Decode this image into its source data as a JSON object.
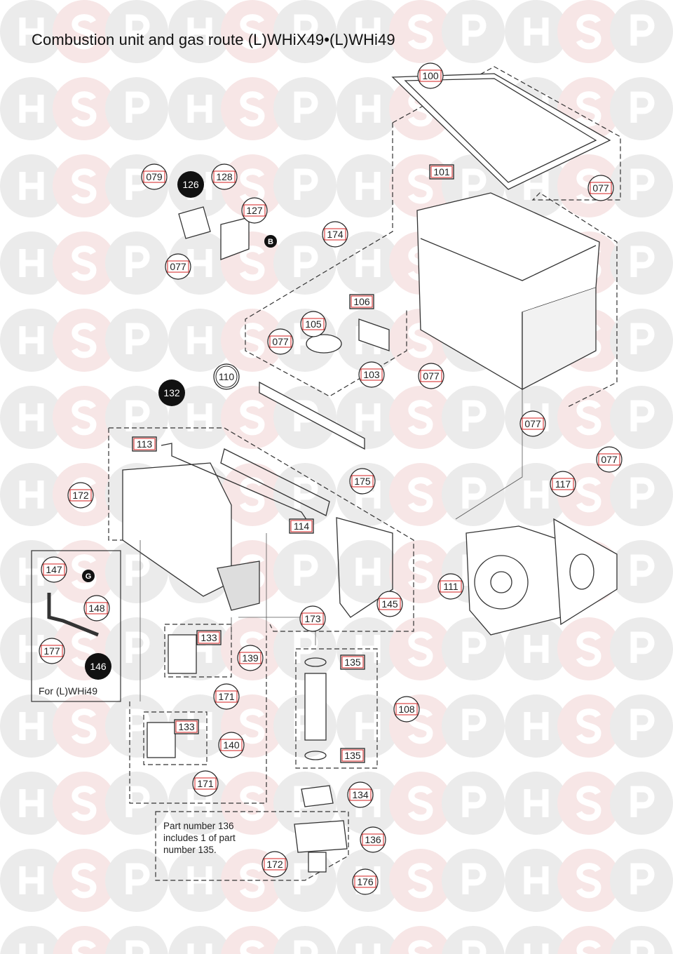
{
  "title": "Combustion unit and gas route (L)WHiX49•(L)WHi49",
  "watermark": {
    "letters": [
      "H",
      "S",
      "P"
    ],
    "colors": {
      "gray": "#ebebeb",
      "pink": "#f7e6e6"
    }
  },
  "colors": {
    "label_box": "#d42020",
    "line": "#333333",
    "black_label": "#111111"
  },
  "labels": [
    "100",
    "101",
    "079",
    "126",
    "128",
    "127",
    "B",
    "077",
    "077",
    "174",
    "106",
    "105",
    "077",
    "103",
    "077",
    "110",
    "132",
    "113",
    "077",
    "175",
    "077",
    "117",
    "172",
    "114",
    "147",
    "G",
    "111",
    "148",
    "145",
    "173",
    "133",
    "177",
    "146",
    "139",
    "135",
    "171",
    "108",
    "133",
    "140",
    "135",
    "171",
    "134",
    "136",
    "172",
    "176"
  ],
  "inset_caption": "For (L)WHi49",
  "note": [
    "Part number 136",
    "includes 1 of part",
    "number 135."
  ]
}
